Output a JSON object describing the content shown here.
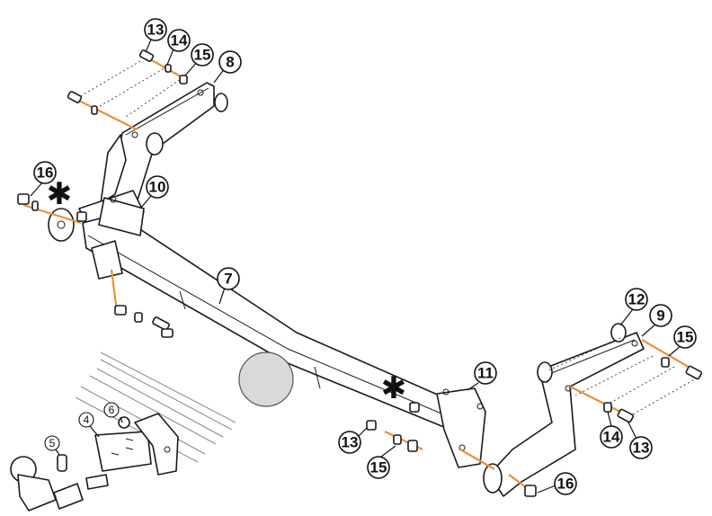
{
  "callouts": [
    {
      "id": "c13a",
      "label": "13"
    },
    {
      "id": "c14a",
      "label": "14"
    },
    {
      "id": "c15a",
      "label": "15"
    },
    {
      "id": "c8",
      "label": "8"
    },
    {
      "id": "c16a",
      "label": "16"
    },
    {
      "id": "c10",
      "label": "10"
    },
    {
      "id": "c7",
      "label": "7"
    },
    {
      "id": "c12",
      "label": "12"
    },
    {
      "id": "c9",
      "label": "9"
    },
    {
      "id": "c15b",
      "label": "15"
    },
    {
      "id": "c11",
      "label": "11"
    },
    {
      "id": "c13b",
      "label": "13"
    },
    {
      "id": "c15c",
      "label": "15"
    },
    {
      "id": "c14b",
      "label": "14"
    },
    {
      "id": "c13c",
      "label": "13"
    },
    {
      "id": "c16b",
      "label": "16"
    },
    {
      "id": "c6",
      "label": "6"
    },
    {
      "id": "c4",
      "label": "4"
    },
    {
      "id": "c5",
      "label": "5"
    }
  ],
  "markers": {
    "asterisk": "✱"
  },
  "colors": {
    "bolt_axis": "#e8913a",
    "ball_cover": "#d9d9d9",
    "line": "#1a1a1a"
  }
}
